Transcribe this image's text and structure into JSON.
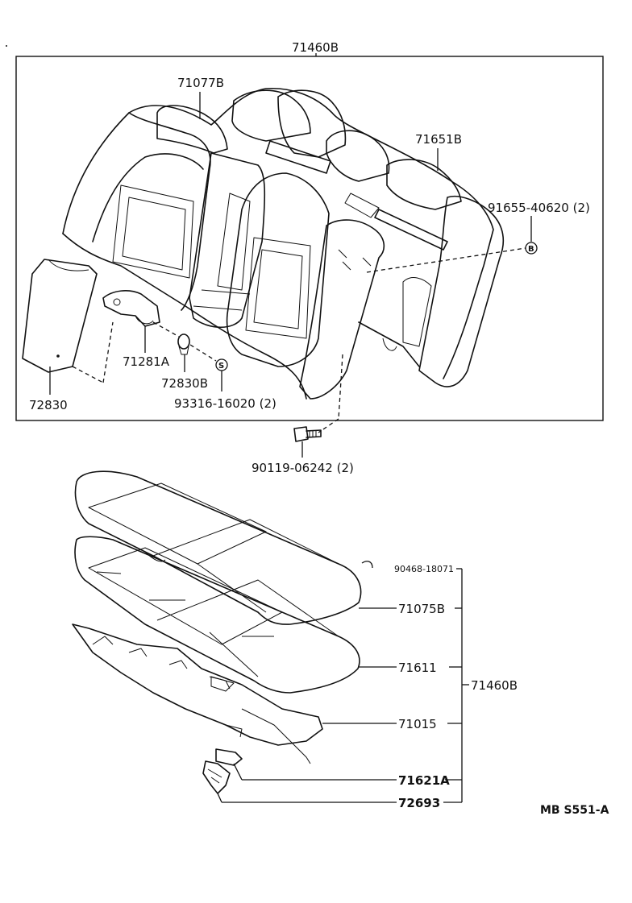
{
  "labels": {
    "top_assembly": "71460B",
    "seatback_cover": "71077B",
    "seatback_frame": "71651B",
    "bolt_b": "91655-40620 (2)",
    "side_pad": "72830",
    "hinge": "71281A",
    "bushing": "72830B",
    "screw_s": "93316-16020 (2)",
    "bolt_lower": "90119-06242 (2)",
    "clip": "90468-18071",
    "cushion_cover": "71075B",
    "cushion_pad": "71611",
    "cushion_assembly": "71460B",
    "cushion_frame": "71015",
    "lock_hook": "71621A",
    "lock_wire": "72693",
    "diagram_code": "MB S551-A"
  },
  "markers": {
    "b": "B",
    "s": "S"
  }
}
